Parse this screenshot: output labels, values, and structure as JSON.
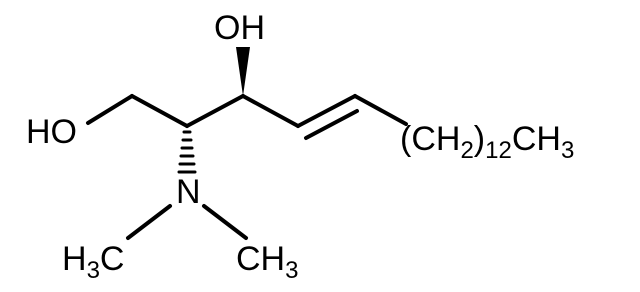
{
  "molecule": {
    "ho_left": "HO",
    "oh_top": "OH",
    "nitrogen": "N",
    "left_methyl": {
      "base": "H",
      "sub": "3",
      "tail": "C"
    },
    "right_methyl": {
      "base": "CH",
      "sub": "3"
    },
    "chain": {
      "open": "(CH",
      "sub_h": "2",
      "close": ")",
      "sub_n": "12",
      "tail": "CH",
      "sub_end": "3"
    }
  },
  "colors": {
    "ink": "#000000",
    "background": "#ffffff"
  }
}
